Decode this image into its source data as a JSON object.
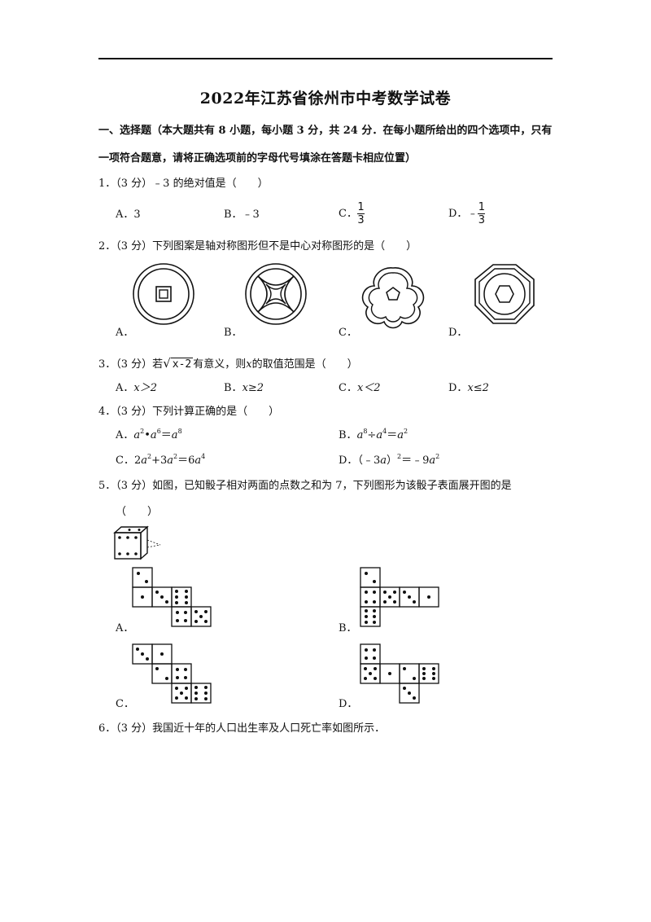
{
  "title": "2022年江苏省徐州市中考数学试卷",
  "section1": {
    "heading_line1": "一、选择题（本大题共有 8 小题，每小题 3 分，共 24 分．在每小题所给出的四个选项中，只有",
    "heading_line2": "一项符合题意，请将正确选项前的字母代号填涂在答题卡相应位置）"
  },
  "q1": {
    "text": "1．（3 分）﹣3 的绝对值是（　　）",
    "A": "A．3",
    "B": "B．﹣3",
    "C_prefix": "C．",
    "C_num": "1",
    "C_den": "3",
    "D_prefix": "D．﹣",
    "D_num": "1",
    "D_den": "3"
  },
  "q2": {
    "text": "2．（3 分）下列图案是轴对称图形但不是中心对称图形的是（　　）",
    "A": "A．",
    "B": "B．",
    "C": "C．",
    "D": "D．"
  },
  "q3": {
    "prefix": "3．（3 分）若",
    "radicand": "x-2",
    "middle": "有意义，则",
    "var": "x",
    "suffix": "的取值范围是（　　）",
    "A": "x＞2",
    "B": "x≥2",
    "C": "x＜2",
    "D": "x≤2",
    "A_label": "A．",
    "B_label": "B．",
    "C_label": "C．",
    "D_label": "D．"
  },
  "q4": {
    "text": "4．（3 分）下列计算正确的是（　　）",
    "A_label": "A．",
    "B_label": "B．",
    "C_label": "C．",
    "D_label": "D．"
  },
  "q5": {
    "text": "5．（3 分）如图，已知骰子相对两面的点数之和为 7，下列图形为该骰子表面展开图的是",
    "bracket": "（　　）",
    "A": "A．",
    "B": "B．",
    "C": "C．",
    "D": "D．"
  },
  "q6": {
    "text": "6．（3 分）我国近十年的人口出生率及人口死亡率如图所示．"
  }
}
